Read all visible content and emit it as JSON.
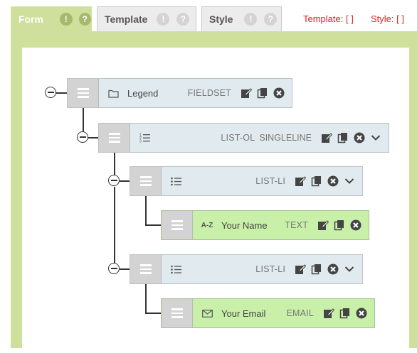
{
  "tabs": [
    {
      "label": "Form",
      "badges": [
        "!",
        "?"
      ],
      "active": true
    },
    {
      "label": "Template",
      "badges": [
        "!",
        "?"
      ],
      "active": false
    },
    {
      "label": "Style",
      "badges": [
        "!",
        "?"
      ],
      "active": false
    }
  ],
  "status": {
    "template": "Template: [  ]",
    "style": "Style: [  ]"
  },
  "nodes": {
    "fieldset": {
      "label": "Legend",
      "type": "FIELDSET",
      "icon": "folder-icon"
    },
    "list_ol": {
      "type": "LIST-OL",
      "subtype": "SINGLELINE",
      "icon": "ordered-list-icon"
    },
    "list_li_1": {
      "type": "LIST-LI",
      "icon": "unordered-list-icon"
    },
    "text_field": {
      "label": "Your Name",
      "type": "TEXT",
      "icon": "a-z-icon",
      "icon_text": "A-Z"
    },
    "list_li_2": {
      "type": "LIST-LI",
      "icon": "unordered-list-icon"
    },
    "email_field": {
      "label": "Your Email",
      "type": "EMAIL",
      "icon": "envelope-icon"
    }
  },
  "colors": {
    "accent": "#cfe09c",
    "node_bg": "#e1eaee",
    "field_bg": "#c8f0a8",
    "status": "#e02020"
  }
}
